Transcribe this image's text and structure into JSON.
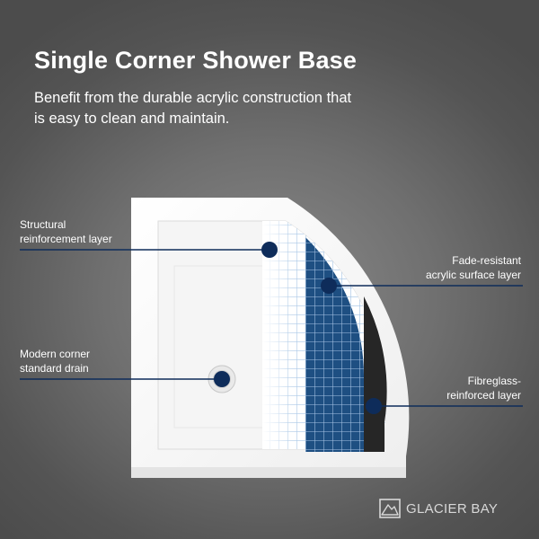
{
  "header": {
    "title": "Single Corner Shower Base",
    "subtitle_lines": [
      "Benefit from the durable acrylic construction that",
      "is easy to clean and maintain."
    ]
  },
  "callouts": {
    "structural": {
      "lines": [
        "Structural",
        "reinforcement layer"
      ]
    },
    "fade_resistant": {
      "lines": [
        "Fade-resistant",
        "acrylic surface layer"
      ]
    },
    "drain": {
      "lines": [
        "Modern corner",
        "standard drain"
      ]
    },
    "fibreglass": {
      "lines": [
        "Fibreglass-",
        "reinforced layer"
      ]
    }
  },
  "brand": {
    "logo_text": "GLACIER BAY",
    "logo_icon": "glacier-bay-logo-icon"
  },
  "colors": {
    "callout_dot": "#0e2c5a",
    "callout_line": "#0e2c5a",
    "mesh_blue": "#1e4f82",
    "mesh_grid": "#bcd2ea"
  }
}
